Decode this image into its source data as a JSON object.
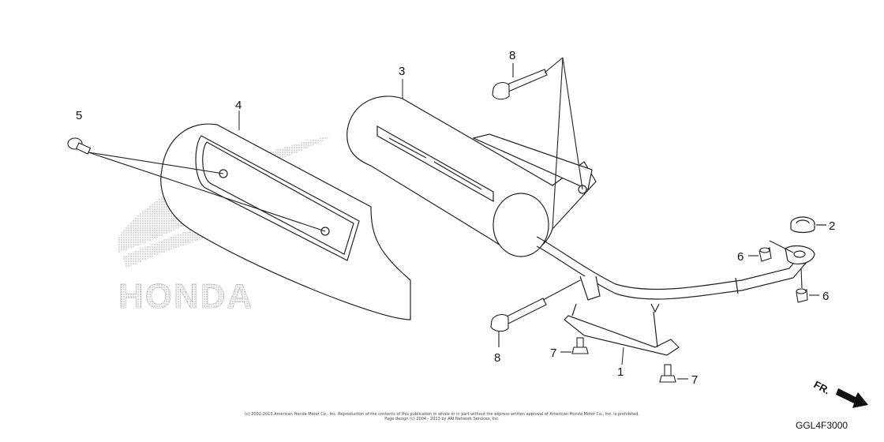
{
  "callouts": {
    "c1": "1",
    "c2": "2",
    "c3": "3",
    "c4": "4",
    "c5": "5",
    "c6a": "6",
    "c6b": "6",
    "c7a": "7",
    "c7b": "7",
    "c8a": "8",
    "c8b": "8"
  },
  "watermark": {
    "text": "HONDA"
  },
  "direction": {
    "label": "FR."
  },
  "footer": {
    "copyright_line1": "(c) 2002-2013 American Honda Motor Co., Inc. Reproduction of the contents of this publication in whole or in part without the express written approval of American Honda Motor Co., Inc. is prohibited.",
    "copyright_line2": "Page design (c) 2004 - 2013 by ARI Network Services, Inc.",
    "diagram_code": "GGL4F3000"
  }
}
